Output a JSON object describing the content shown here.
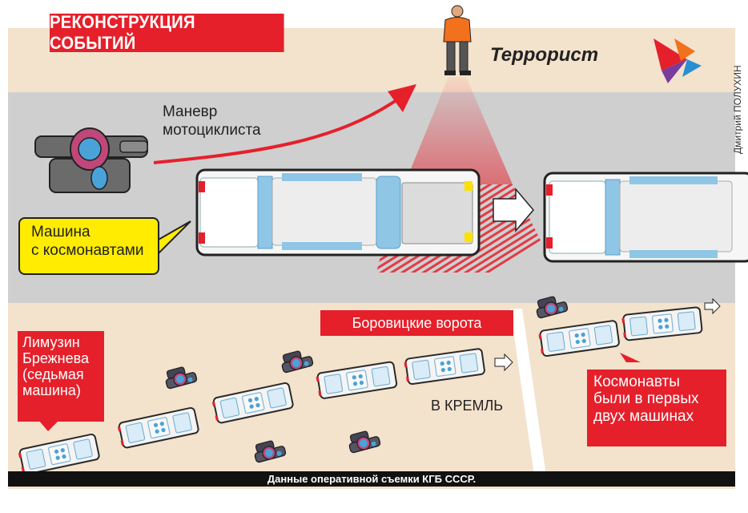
{
  "header": {
    "title": "РЕКОНСТРУКЦИЯ СОБЫТИЙ"
  },
  "labels": {
    "terrorist": "Террорист",
    "maneuver_line1": "Маневр",
    "maneuver_line2": "мотоциклиста",
    "car_line1": "Машина",
    "car_line2": "с космонавтами",
    "gate": "Боровицкие ворота",
    "limo_line1": "Лимузин",
    "limo_line2": "Брежнева",
    "limo_line3": "(седьмая",
    "limo_line4": "машина)",
    "kremlin": "В КРЕМЛЬ",
    "cosmo_line1": "Космонавты",
    "cosmo_line2": "были  в первых",
    "cosmo_line3": "двух машинах"
  },
  "credit": {
    "author": "Дмитрий ПОЛУХИН"
  },
  "footer": {
    "text": "Данные оперативной съемки КГБ СССР."
  },
  "colors": {
    "accent_red": "#e5202b",
    "callout_yellow": "#ffec00",
    "road_gray": "#cfcfcf",
    "ground_beige": "#f3e2cc",
    "car_blue": "#8fc6e6"
  },
  "icons": {
    "logo": "bird-logo-icon"
  }
}
